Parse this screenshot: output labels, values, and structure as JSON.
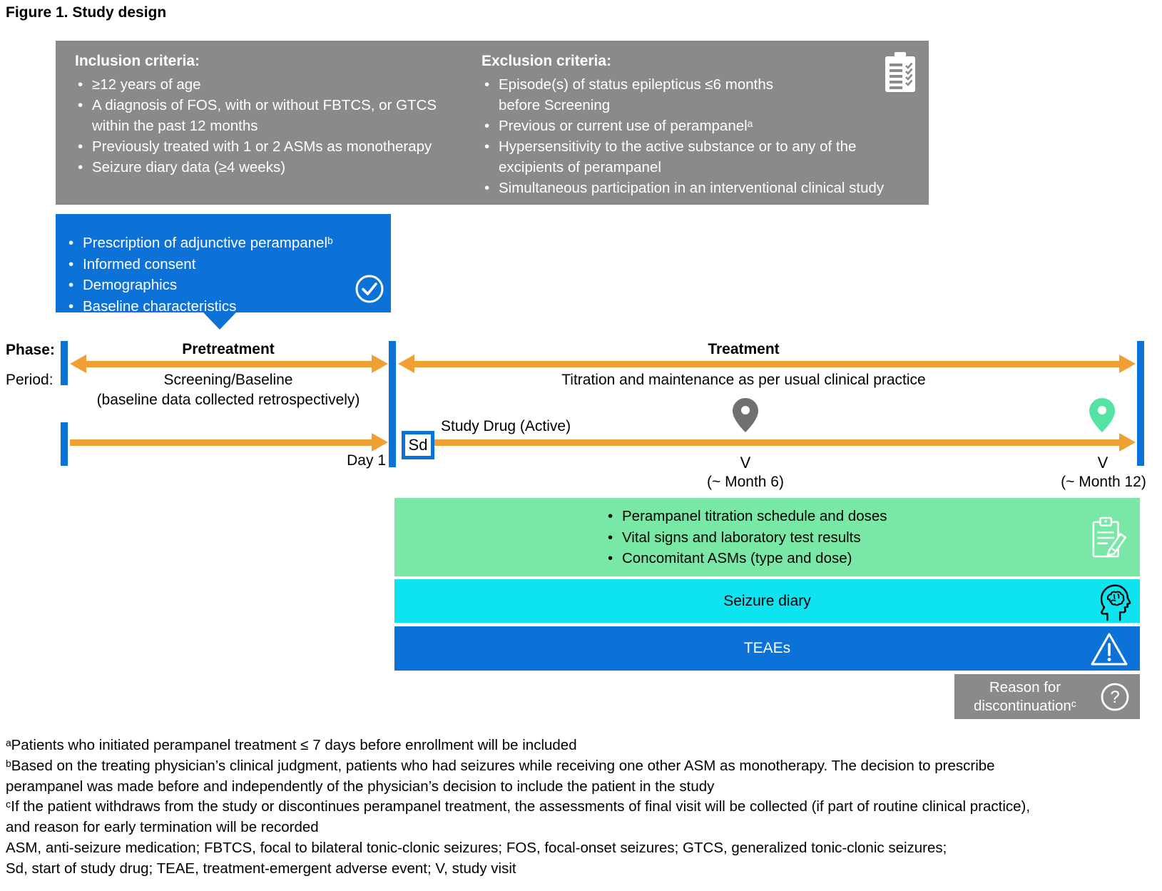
{
  "title": "Figure 1. Study design",
  "colors": {
    "blue": "#0D72D8",
    "orange": "#F0A033",
    "gray": "#8A8A8A",
    "green_box": "#79E8A6",
    "cyan": "#0DE4F0",
    "pin_gray": "#707070",
    "pin_green": "#54E3A3"
  },
  "criteria": {
    "inclusion_heading": "Inclusion criteria:",
    "inclusion_items": [
      "≥12 years of age",
      "A diagnosis of FOS, with or without FBTCS, or GTCS\nwithin the past 12 months",
      "Previously treated with 1 or 2 ASMs as monotherapy",
      "Seizure diary data (≥4 weeks)"
    ],
    "exclusion_heading": "Exclusion criteria:",
    "exclusion_items": [
      "Episode(s) of status epilepticus ≤6 months\nbefore Screening",
      "Previous or current use of perampanelᵃ",
      "Hypersensitivity to the active substance or to any of the\nexcipients of perampanel",
      "Simultaneous participation in an interventional clinical study"
    ]
  },
  "baseline_box": {
    "items": [
      "Prescription of adjunctive perampanelᵇ",
      "Informed consent",
      "Demographics",
      "Baseline characteristics"
    ]
  },
  "timeline": {
    "phase_label": "Phase:",
    "period_label": "Period:",
    "pretreatment_phase": "Pretreatment",
    "treatment_phase": "Treatment",
    "screening_line1": "Screening/Baseline",
    "screening_line2": "(baseline data collected retrospectively)",
    "titration_label": "Titration and maintenance as per usual clinical practice",
    "study_drug_label": "Study Drug (Active)",
    "sd_label": "Sd",
    "day1_label": "Day 1",
    "visit6": {
      "v": "V",
      "month": "(~ Month 6)"
    },
    "visit12": {
      "v": "V",
      "month": "(~ Month 12)"
    }
  },
  "assessments": {
    "visit_items": [
      "Perampanel titration schedule and doses",
      "Vital signs and laboratory test results",
      "Concomitant ASMs (type and dose)"
    ],
    "seizure_diary": "Seizure diary",
    "teaes": "TEAEs",
    "discontinuation_line1": "Reason for",
    "discontinuation_line2": "discontinuationᶜ"
  },
  "icons": {
    "question_glyph": "?"
  },
  "footnotes": [
    "ᵃPatients who initiated perampanel treatment ≤ 7 days before enrollment will be included",
    "ᵇBased on the treating physician’s clinical judgment, patients who had seizures while receiving one other ASM as monotherapy. The decision to prescribe",
    "perampanel was made before and independently of the physician’s decision to include the patient in the study",
    "ᶜIf the patient withdraws from the study or discontinues perampanel treatment, the assessments of final visit will be collected (if part of routine clinical practice),",
    "and reason for early termination will be recorded",
    "ASM, anti-seizure medication; FBTCS, focal to bilateral tonic-clonic seizures; FOS, focal-onset seizures; GTCS, generalized tonic-clonic seizures;",
    "Sd, start of study drug; TEAE, treatment-emergent adverse event; V, study visit"
  ]
}
